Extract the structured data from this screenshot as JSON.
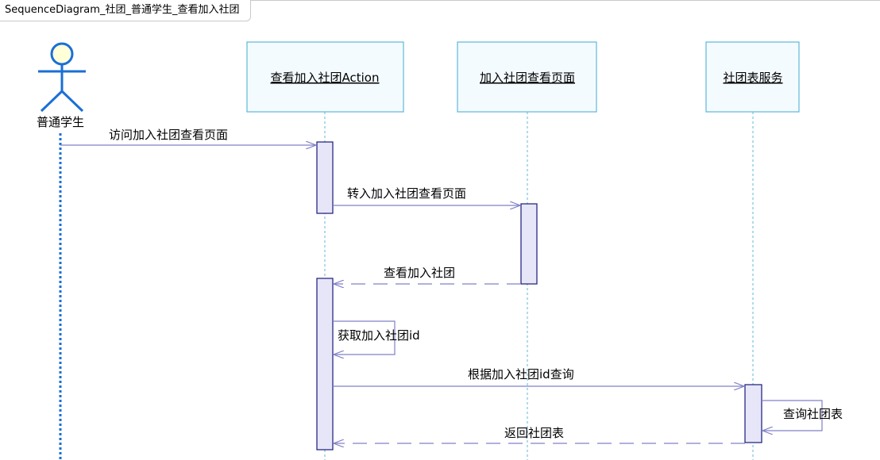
{
  "diagram_title": "SequenceDiagram_社团_普通学生_查看加入社团",
  "actor": {
    "name": "普通学生"
  },
  "lifelines": [
    {
      "name": "查看加入社团Action"
    },
    {
      "name": "加入社团查看页面"
    },
    {
      "name": "社团表服务"
    }
  ],
  "messages": [
    {
      "label": "访问加入社团查看页面",
      "type": "sync"
    },
    {
      "label": "转入加入社团查看页面",
      "type": "sync"
    },
    {
      "label": "查看加入社团",
      "type": "return"
    },
    {
      "label": "获取加入社团id",
      "type": "self"
    },
    {
      "label": "根据加入社团id查询",
      "type": "sync"
    },
    {
      "label": "查询社团表",
      "type": "self"
    },
    {
      "label": "返回社团表",
      "type": "return"
    }
  ],
  "colors": {
    "box_stroke": "#5fb7d8",
    "box_fill": "#f4fbff",
    "activation_stroke": "#18187a",
    "activation_fill": "#e6e6f8",
    "message_line": "#8080c8",
    "actor_lifeline": "#1a6fd6",
    "actor_head": "#ffffd8"
  }
}
